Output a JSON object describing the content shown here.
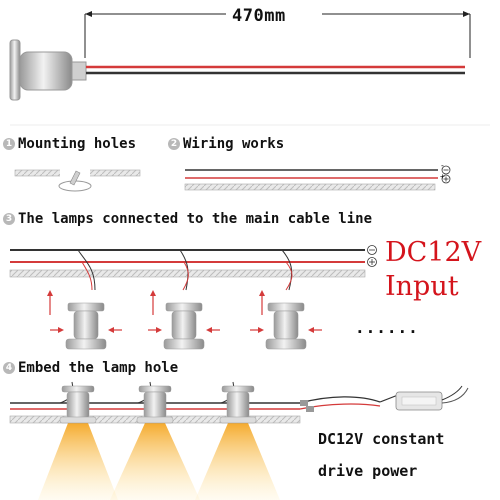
{
  "dimension_label": "470mm",
  "steps": [
    {
      "number": "1",
      "label": "Mounting holes"
    },
    {
      "number": "2",
      "label": "Wiring works"
    },
    {
      "number": "3",
      "label": "The lamps connected to the main cable line"
    },
    {
      "number": "4",
      "label": "Embed the lamp hole"
    }
  ],
  "polarity": {
    "negative": "-",
    "positive": "+"
  },
  "input": {
    "line1": "DC12V",
    "line2": "Input"
  },
  "ellipsis": "......",
  "power": {
    "line1": "DC12V constant",
    "line2": "drive power"
  },
  "colors": {
    "accent_red": "#d4141c",
    "wire_red": "#d43a3a",
    "wire_black": "#333333",
    "light": "#f5b840",
    "metal": "#d9d9d9"
  }
}
